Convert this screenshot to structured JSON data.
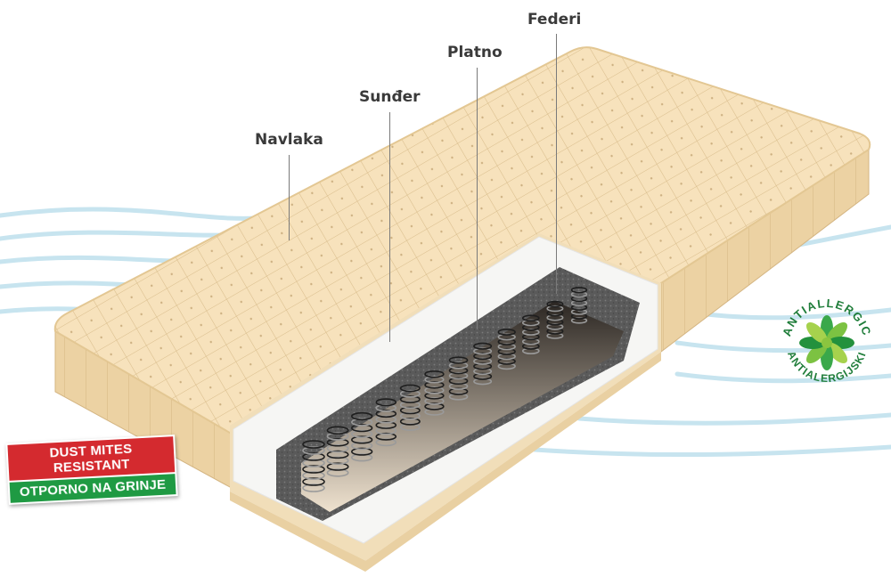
{
  "labels": {
    "cover": "Navlaka",
    "foam": "Sunđer",
    "canvas": "Platno",
    "springs": "Federi"
  },
  "badges": {
    "dust_mites_en": "DUST MITES RESISTANT",
    "dust_mites_sr": "OTPORNO NA GRINJE",
    "antiallergic_en": "ANTIALLERGIC",
    "antiallergic_sr": "ANTIALERGIJSKI"
  },
  "colors": {
    "mattress_top": "#f7e2bc",
    "mattress_side": "#ecd2a3",
    "quilt_line": "#d9bd8c",
    "foam": "#5d5d5d",
    "badge_red": "#d42a2f",
    "badge_green": "#1f9a43",
    "wave": "#bfe0ec"
  }
}
